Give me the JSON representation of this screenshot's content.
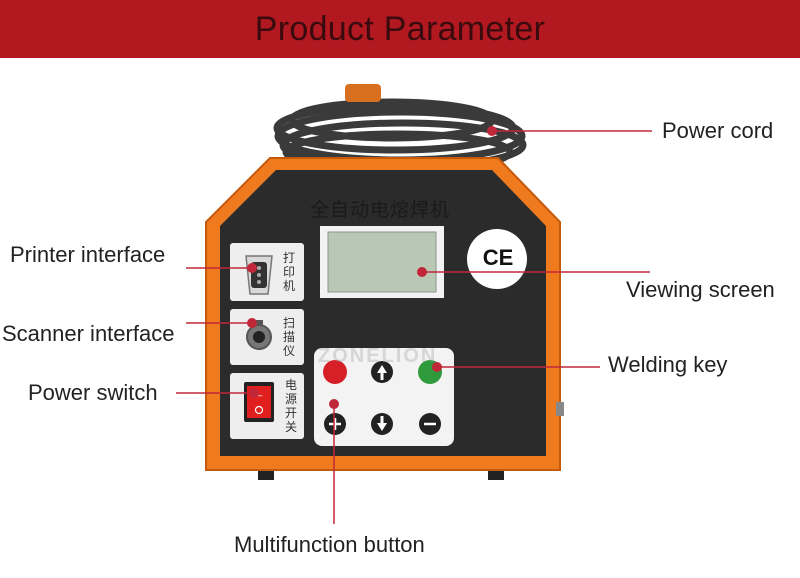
{
  "header": {
    "title": "Product Parameter"
  },
  "device": {
    "title": "全自动电熔焊机",
    "ce_mark": "CE",
    "watermark": "ZONELION",
    "panel_printer": [
      "打",
      "印",
      "机"
    ],
    "panel_scanner": [
      "扫",
      "描",
      "仪"
    ],
    "panel_power": [
      "电",
      "源",
      "开",
      "关"
    ]
  },
  "labels": {
    "power_cord": "Power cord",
    "printer_interface": "Printer interface",
    "viewing_screen": "Viewing screen",
    "scanner_interface": "Scanner interface",
    "welding_key": "Welding key",
    "power_switch": "Power switch",
    "multifunction_button": "Multifunction button"
  },
  "colors": {
    "banner": "#b11820",
    "body_orange": "#f07a1e",
    "face_dark": "#2b2b2b",
    "pointer": "#c0283a",
    "screen": "#b9c8b4"
  }
}
